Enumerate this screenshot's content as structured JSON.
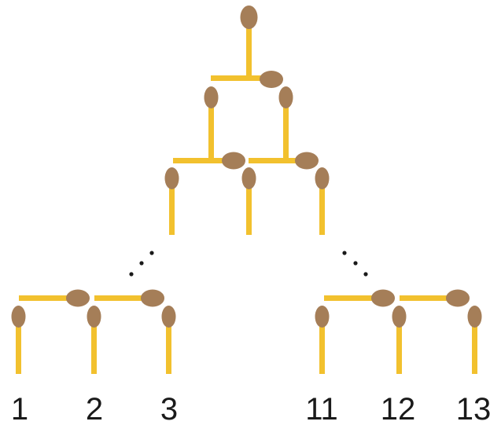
{
  "colors": {
    "stick": "#F2C12E",
    "head": "#A57E58",
    "dots": "#1a1a1a",
    "background": "#ffffff"
  },
  "labels": [
    "1",
    "2",
    "3",
    "11",
    "12",
    "13"
  ]
}
